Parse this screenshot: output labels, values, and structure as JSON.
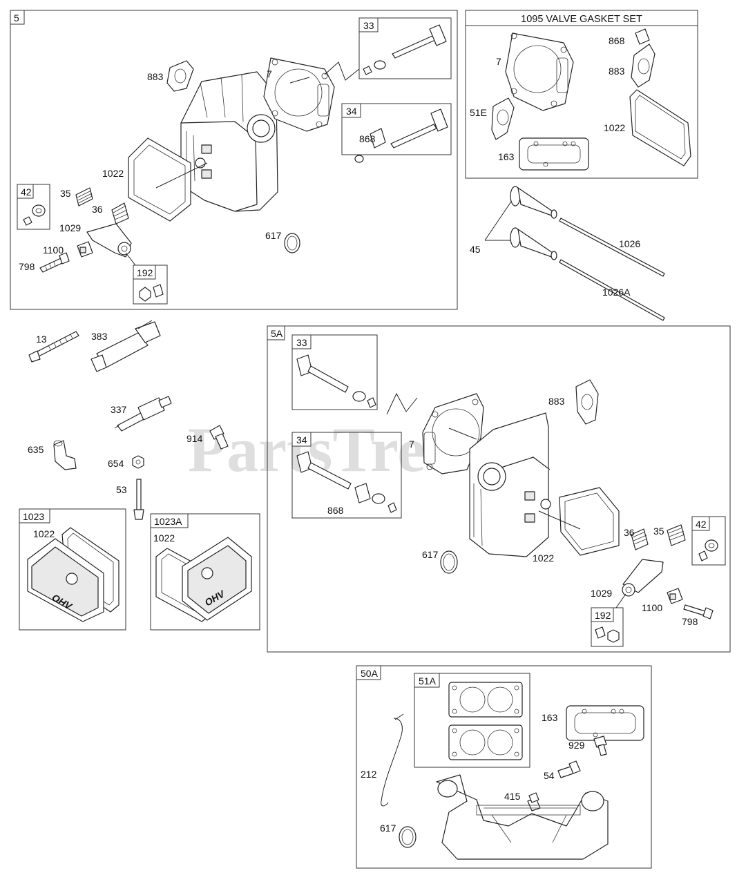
{
  "watermark": "PartsTree",
  "kits": {
    "k5": "5",
    "k1095": "1095 VALVE GASKET SET",
    "k5a": "5A",
    "k50a": "50A",
    "k1023": "1023",
    "k1023a": "1023A"
  },
  "sub_boxes": {
    "s5_33": "33",
    "s5_34": "34",
    "s5_42": "42",
    "s5_192": "192",
    "s5a_33": "33",
    "s5a_34": "34",
    "s5a_42": "42",
    "s5a_192": "192",
    "s50a_51a": "51A"
  },
  "callouts": {
    "c883a": "883",
    "c7a": "7",
    "c1022a": "1022",
    "c35a": "35",
    "c36a": "36",
    "c1029a": "1029",
    "c1100a": "1100",
    "c798a": "798",
    "c617a": "617",
    "c868a": "868",
    "c7b": "7",
    "c51e": "51E",
    "c163b": "163",
    "c868b": "868",
    "c883b": "883",
    "c1022b": "1022",
    "c45": "45",
    "c1026": "1026",
    "c1026a": "1026A",
    "c13": "13",
    "c383": "383",
    "c337": "337",
    "c914": "914",
    "c635": "635",
    "c654": "654",
    "c53": "53",
    "c1022c": "1022",
    "c1022d": "1022",
    "c883c": "883",
    "c7c": "7",
    "c868c": "868",
    "c617c": "617",
    "c1022e": "1022",
    "c36c": "36",
    "c35c": "35",
    "c1029c": "1029",
    "c1100c": "1100",
    "c798c": "798",
    "c163c": "163",
    "c929": "929",
    "c54": "54",
    "c415": "415",
    "c212": "212",
    "c617d": "617"
  },
  "cover_text": "OHV"
}
